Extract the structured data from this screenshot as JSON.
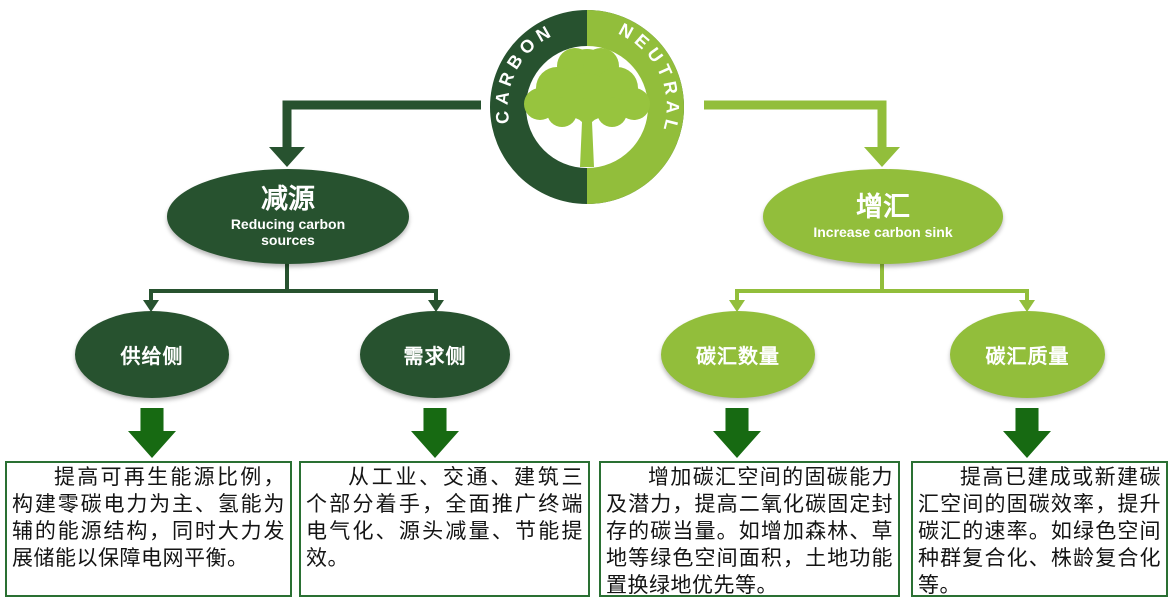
{
  "colors": {
    "dark_green": "#27522F",
    "light_green": "#92BE3B",
    "tree_green": "#97C43E",
    "arrow_green": "#176A12",
    "box_border": "#2A7033"
  },
  "logo": {
    "left_text": "CARBON",
    "right_text": "NEUTRAL"
  },
  "branches": [
    {
      "title": "减源",
      "subtitle": "Reducing carbon sources",
      "children": [
        {
          "label": "供给侧",
          "description": "提高可再生能源比例，构建零碳电力为主、氢能为辅的能源结构，同时大力发展储能以保障电网平衡。"
        },
        {
          "label": "需求侧",
          "description": "从工业、交通、建筑三个部分着手，全面推广终端电气化、源头减量、节能提效。"
        }
      ]
    },
    {
      "title": "增汇",
      "subtitle": "Increase carbon sink",
      "children": [
        {
          "label": "碳汇数量",
          "description": "增加碳汇空间的固碳能力及潜力，提高二氧化碳固定封存的碳当量。如增加森林、草地等绿色空间面积，土地功能置换绿地优先等。"
        },
        {
          "label": "碳汇质量",
          "description": "提高已建成或新建碳汇空间的固碳效率，提升碳汇的速率。如绿色空间种群复合化、株龄复合化等。"
        }
      ]
    }
  ]
}
